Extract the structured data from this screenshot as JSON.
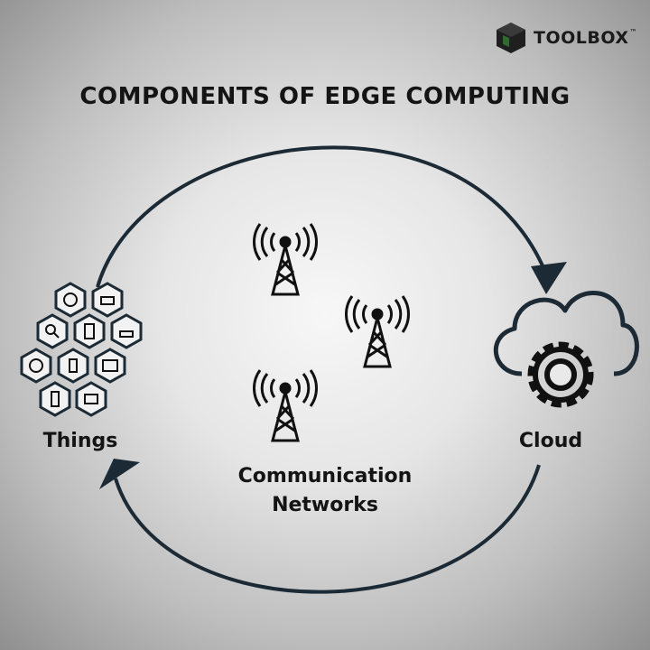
{
  "title": "COMPONENTS OF EDGE COMPUTING",
  "logo": {
    "name": "TOOLBOX",
    "trademark": "™"
  },
  "nodes": {
    "things": "Things",
    "cloud": "Cloud",
    "communication_line1": "Communication",
    "communication_line2": "Networks"
  },
  "colors": {
    "stroke": "#1b2a35",
    "icon": "#1a1a1a",
    "logo_green": "#2f6b2f"
  },
  "icons": [
    "cycle-arrow-top",
    "cycle-arrow-bottom",
    "cloud-gear-icon",
    "tower-icon",
    "hexagon-device-icons"
  ]
}
